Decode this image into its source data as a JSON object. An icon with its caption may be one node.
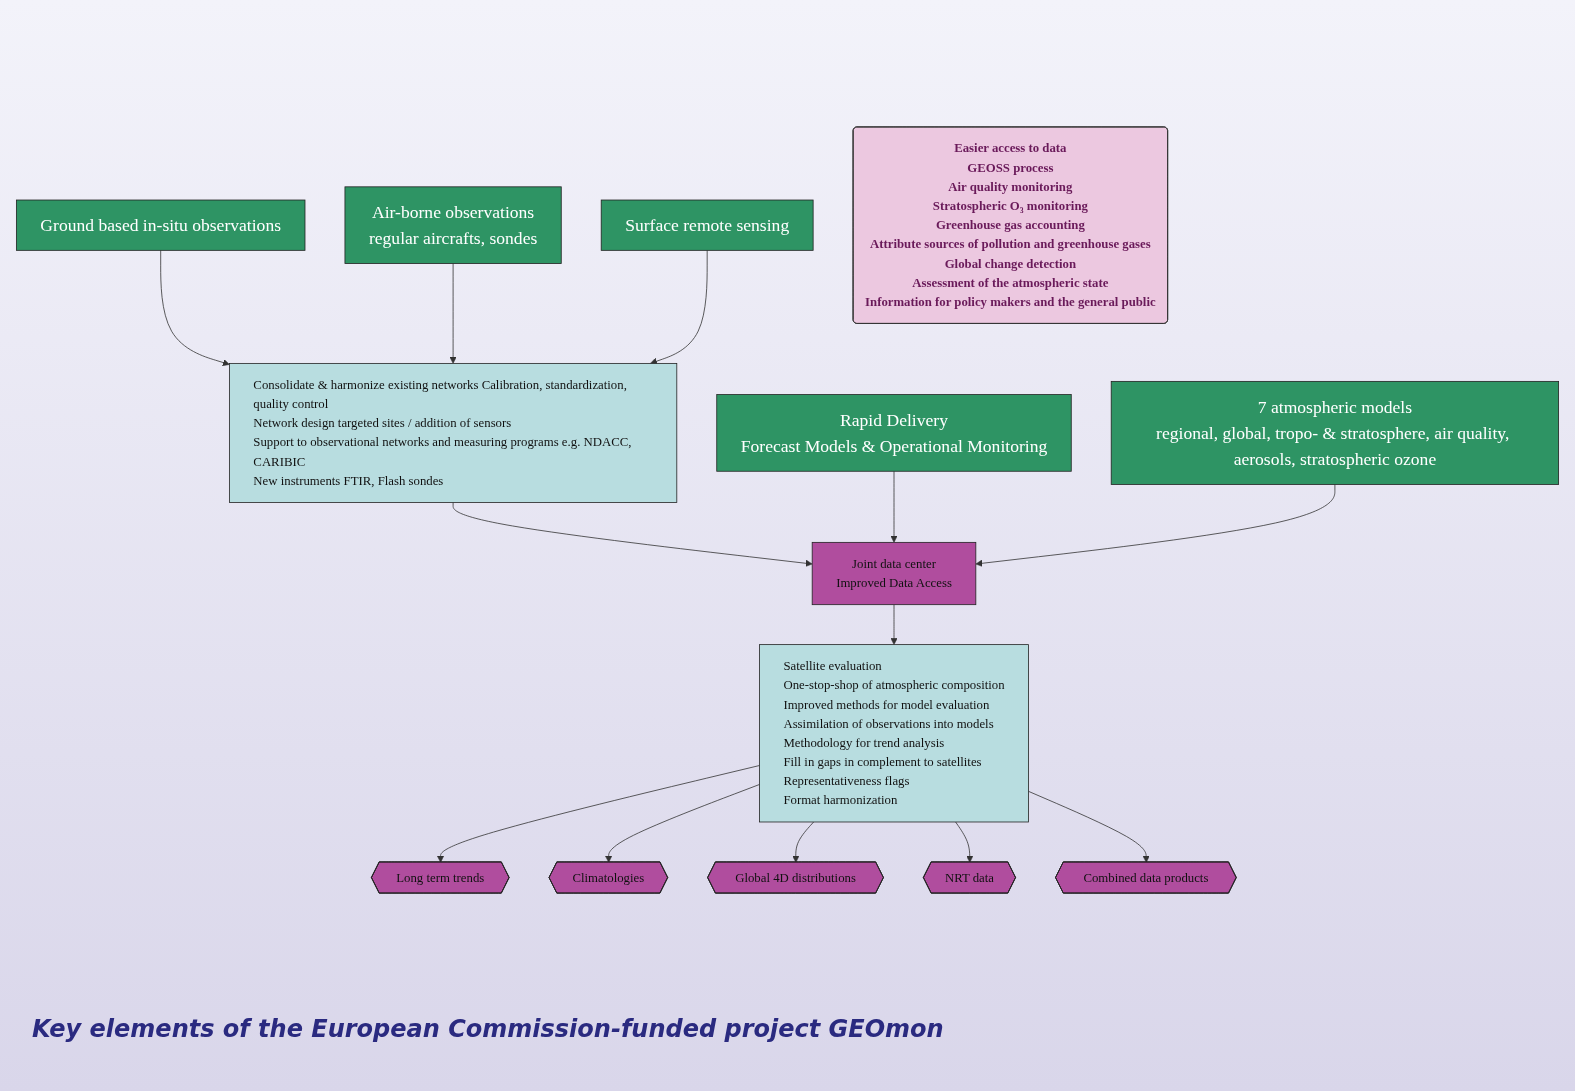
{
  "diagram": {
    "caption": "Key elements of the European Commission-funded project GEOmon",
    "nodes": [
      {
        "text": [
          "Ground based in-situ observations"
        ]
      },
      {
        "text": [
          "Air-borne observations",
          "regular aircrafts, sondes"
        ]
      },
      {
        "text": [
          "Surface remote sensing"
        ]
      },
      {
        "text": [
          "Consolidate & harmonize existing networks Calibration, standardization, quality control",
          "Network design targeted sites / addition of sensors",
          "Support to observational networks and measuring programs e.g. NDACC, CARIBIC",
          "New instruments FTIR, Flash sondes"
        ]
      },
      {
        "text": [
          "Rapid Delivery",
          "Forecast Models & Operational Monitoring"
        ]
      },
      {
        "text": [
          "Joint data center",
          "Improved Data Access"
        ]
      },
      {
        "text": [
          "7 atmospheric models",
          "regional, global, tropo- & stratosphere, air quality, aerosols, stratospheric ozone"
        ]
      },
      {
        "text": [
          "Satellite evaluation",
          "One-stop-shop of atmospheric composition",
          "Improved methods for model evaluation",
          "Assimilation of observations into models",
          "Methodology for trend analysis",
          "Fill in gaps in complement to satellites",
          "Representativeness flags",
          "Format harmonization"
        ]
      },
      {
        "text": [
          "Long term trends"
        ]
      },
      {
        "text": [
          "Climatologies"
        ]
      },
      {
        "text": [
          "Global 4D distributions"
        ]
      },
      {
        "text": [
          "NRT data"
        ]
      },
      {
        "text": [
          "Combined data products"
        ]
      },
      {
        "text": [
          "Easier access to data",
          "GEOSS process",
          "Air quality monitoring",
          "Stratospheric O₃ monitoring",
          "Greenhouse gas accounting",
          "Attribute sources of pollution and greenhouse gases",
          "Global change detection",
          "Assessment of the atmospheric state",
          "Information for policy makers and the general public"
        ]
      }
    ],
    "edges": [
      {
        "from": 0,
        "to": 3,
        "arrow": "to"
      },
      {
        "from": 1,
        "to": 3,
        "arrow": "to"
      },
      {
        "from": 2,
        "to": 3,
        "arrow": "to"
      },
      {
        "from": 3,
        "to": 5,
        "arrow": "to"
      },
      {
        "from": 4,
        "to": 5,
        "arrow": "to"
      },
      {
        "from": 6,
        "to": 5,
        "arrow": "to"
      },
      {
        "from": 5,
        "to": 7,
        "arrow": "to"
      },
      {
        "from": 7,
        "to": 8,
        "arrow": "to"
      },
      {
        "from": 7,
        "to": 9,
        "arrow": "to"
      },
      {
        "from": 7,
        "to": 10,
        "arrow": "to"
      },
      {
        "from": 7,
        "to": 11,
        "arrow": "to"
      },
      {
        "from": 7,
        "to": 12,
        "arrow": "to"
      }
    ]
  }
}
